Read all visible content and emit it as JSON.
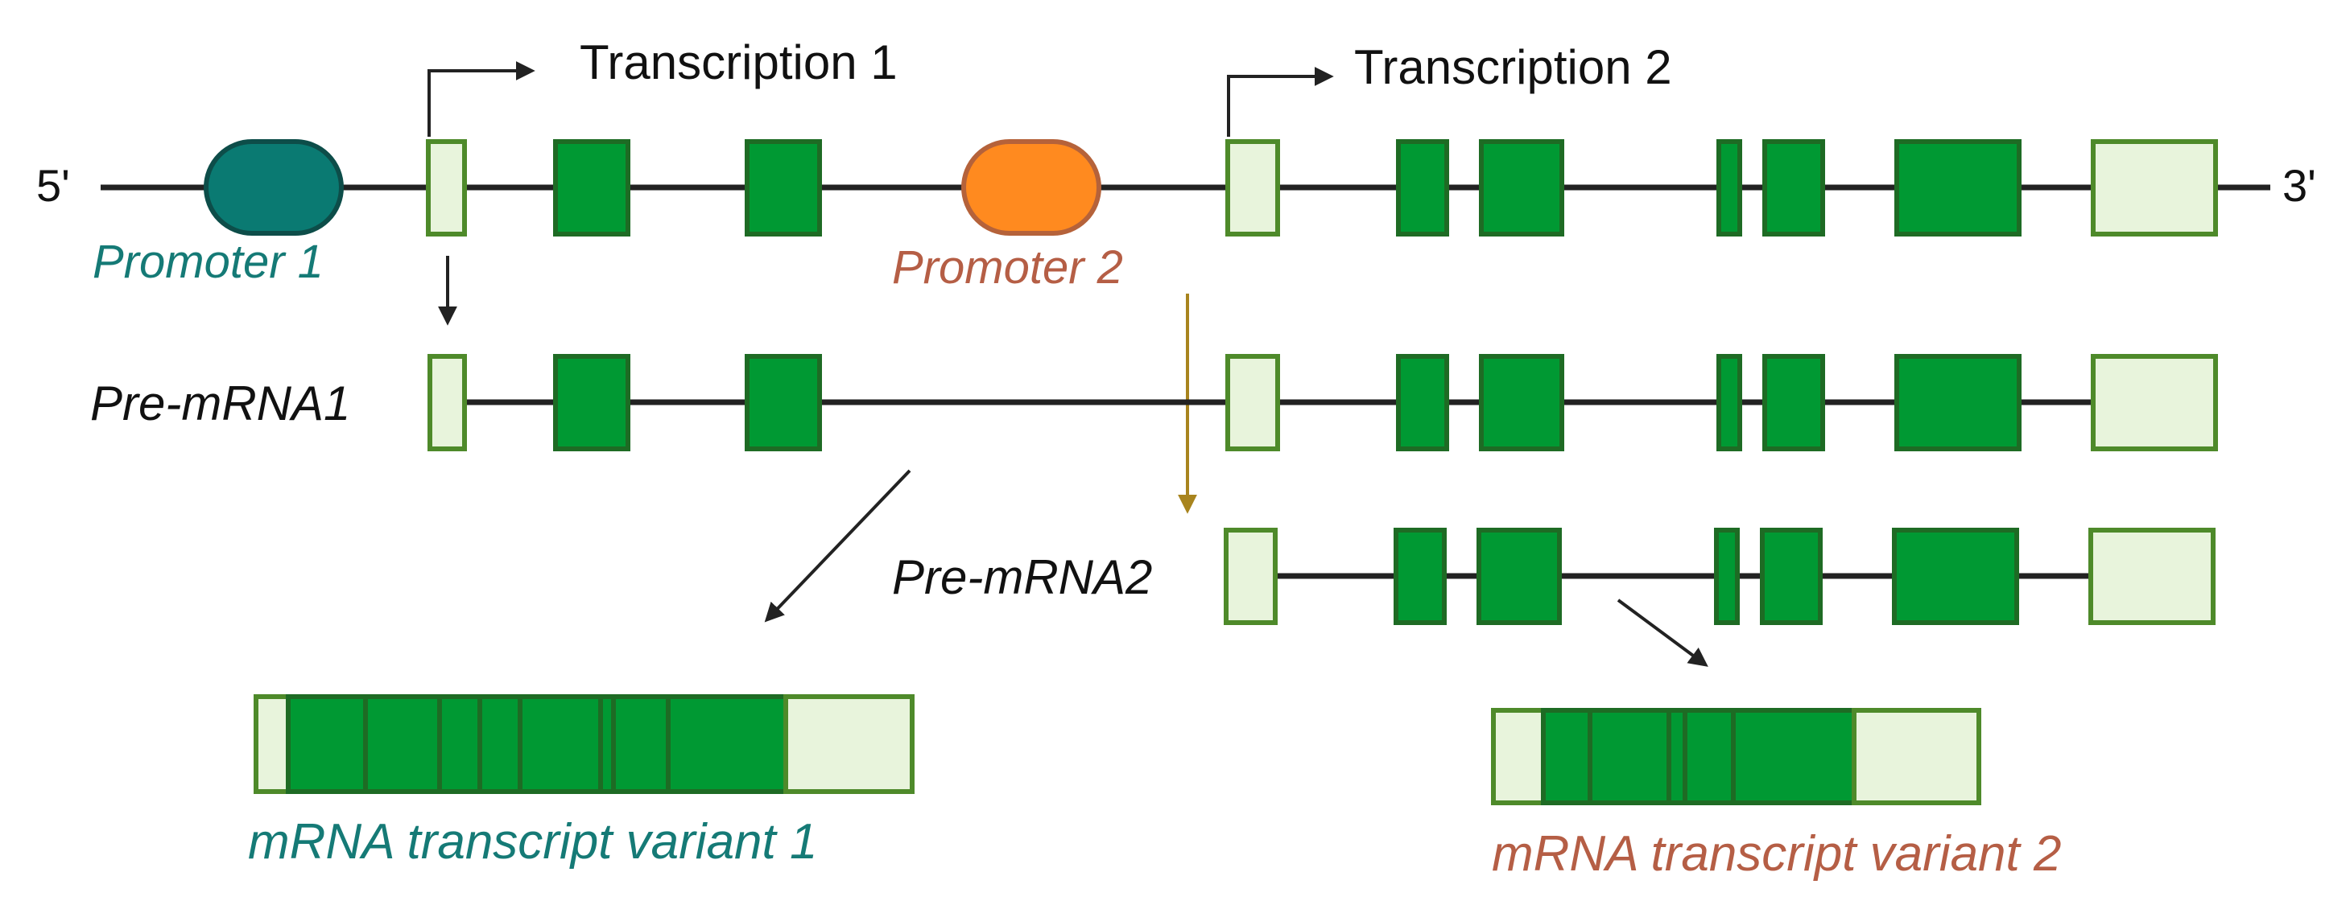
{
  "colors": {
    "exon_dark_fill": "#009933",
    "exon_dark_stroke": "#1e6b24",
    "exon_light_fill": "#e8f4dc",
    "exon_light_stroke": "#4e8a2a",
    "promoter1_fill": "#0a7a72",
    "promoter1_stroke": "#0d4d49",
    "promoter1_text": "#157a76",
    "promoter2_fill": "#ff8a1f",
    "promoter2_stroke": "#b5623a",
    "promoter2_text": "#b55e45",
    "variant1_text": "#157a76",
    "variant2_text": "#b55e45",
    "line": "#222222",
    "arrow_brown": "#a8841e"
  },
  "labels": {
    "five_prime": "5'",
    "three_prime": "3'",
    "transcription_1": "Transcription 1",
    "transcription_2": "Transcription 2",
    "promoter_1": "Promoter 1",
    "promoter_2": "Promoter 2",
    "pre_mrna_1": "Pre-mRNA1",
    "pre_mrna_2": "Pre-mRNA2",
    "mrna_variant_1": "mRNA transcript variant 1",
    "mrna_variant_2": "mRNA transcript variant 2"
  }
}
